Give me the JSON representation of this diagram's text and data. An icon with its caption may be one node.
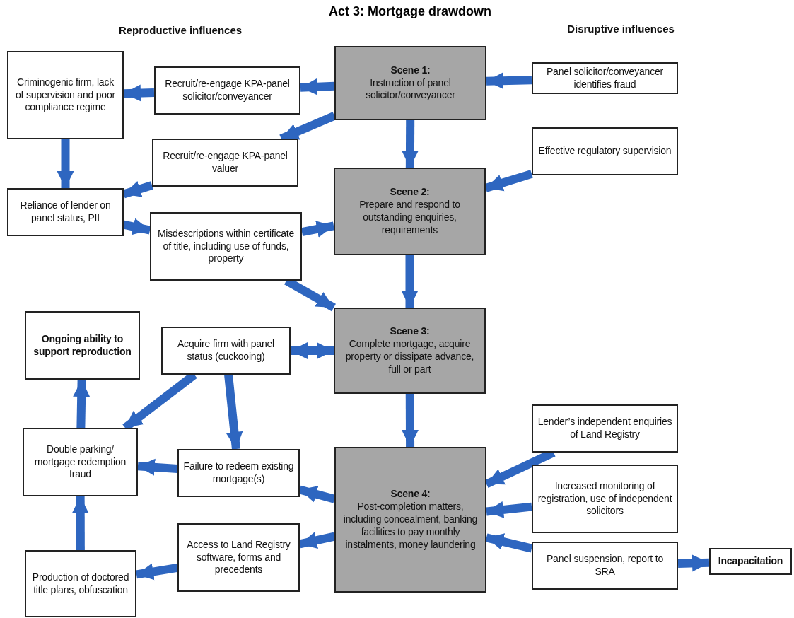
{
  "diagram": {
    "title": "Act 3: Mortgage drawdown",
    "nodes": [
      {
        "text": [
          "Scene 1:",
          "Instruction of panel solicitor/conveyancer"
        ]
      },
      {
        "text": [
          "Recruit/re-engage KPA-panel solicitor/conveyancer"
        ]
      },
      {
        "text": [
          "Criminogenic firm, lack of supervision and poor compliance regime"
        ]
      },
      {
        "text": [
          "Panel solicitor/conveyancer identifies fraud"
        ]
      },
      {
        "text": [
          "Recruit/re-engage KPA-panel valuer"
        ]
      },
      {
        "text": [
          "Effective regulatory supervision"
        ]
      },
      {
        "text": [
          "Scene 2:",
          "Prepare and respond to outstanding enquiries, requirements"
        ]
      },
      {
        "text": [
          "Reliance of lender on panel status, PII"
        ]
      },
      {
        "text": [
          "Misdescriptions within certificate of title, including use of funds, property"
        ]
      },
      {
        "text": [
          "Ongoing ability to support reproduction"
        ]
      },
      {
        "text": [
          "Acquire firm with panel status (cuckooing)"
        ]
      },
      {
        "text": [
          "Scene 3:",
          "Complete mortgage, acquire property or dissipate advance, full or part"
        ]
      },
      {
        "text": [
          "Lender’s independent enquiries of Land Registry"
        ]
      },
      {
        "text": [
          "Double parking/ mortgage redemption fraud"
        ]
      },
      {
        "text": [
          "Failure to redeem existing mortgage(s)"
        ]
      },
      {
        "text": [
          "Scene 4:",
          "Post-completion matters, including concealment, banking facilities to pay monthly instalments, money laundering"
        ]
      },
      {
        "text": [
          "Increased monitoring of registration, use of independent solicitors"
        ]
      },
      {
        "text": [
          "Access to Land Registry software, forms and precedents"
        ]
      },
      {
        "text": [
          "Production of doctored title plans, obfuscation"
        ]
      },
      {
        "text": [
          "Panel suspension, report to SRA"
        ]
      },
      {
        "text": [
          "Incapacitation"
        ]
      }
    ],
    "edges": [
      {
        "from": 0,
        "to": 1,
        "arrow": "to"
      },
      {
        "from": 1,
        "to": 2,
        "arrow": "to"
      },
      {
        "from": 3,
        "to": 0,
        "arrow": "to"
      },
      {
        "from": 0,
        "to": 4,
        "arrow": "to"
      },
      {
        "from": 0,
        "to": 6,
        "arrow": "to"
      },
      {
        "from": 5,
        "to": 6,
        "arrow": "to"
      },
      {
        "from": 2,
        "to": 7,
        "arrow": "to"
      },
      {
        "from": 4,
        "to": 7,
        "arrow": "to"
      },
      {
        "from": 7,
        "to": 8,
        "arrow": "to"
      },
      {
        "from": 8,
        "to": 6,
        "arrow": "to"
      },
      {
        "from": 8,
        "to": 11,
        "arrow": "to"
      },
      {
        "from": 6,
        "to": 11,
        "arrow": "to"
      },
      {
        "from": 10,
        "to": 11,
        "arrow": "both"
      },
      {
        "from": 10,
        "to": 13,
        "arrow": "to"
      },
      {
        "from": 10,
        "to": 14,
        "arrow": "to"
      },
      {
        "from": 13,
        "to": 9,
        "arrow": "to"
      },
      {
        "from": 11,
        "to": 15,
        "arrow": "to"
      },
      {
        "from": 12,
        "to": 15,
        "arrow": "to"
      },
      {
        "from": 14,
        "to": 13,
        "arrow": "to"
      },
      {
        "from": 15,
        "to": 14,
        "arrow": "to"
      },
      {
        "from": 16,
        "to": 15,
        "arrow": "to"
      },
      {
        "from": 15,
        "to": 17,
        "arrow": "to"
      },
      {
        "from": 17,
        "to": 18,
        "arrow": "to"
      },
      {
        "from": 18,
        "to": 13,
        "arrow": "to"
      },
      {
        "from": 19,
        "to": 15,
        "arrow": "to"
      },
      {
        "from": 19,
        "to": 20,
        "arrow": "to"
      }
    ],
    "labels": [
      "Reproductive influences",
      "Disruptive influences"
    ]
  }
}
